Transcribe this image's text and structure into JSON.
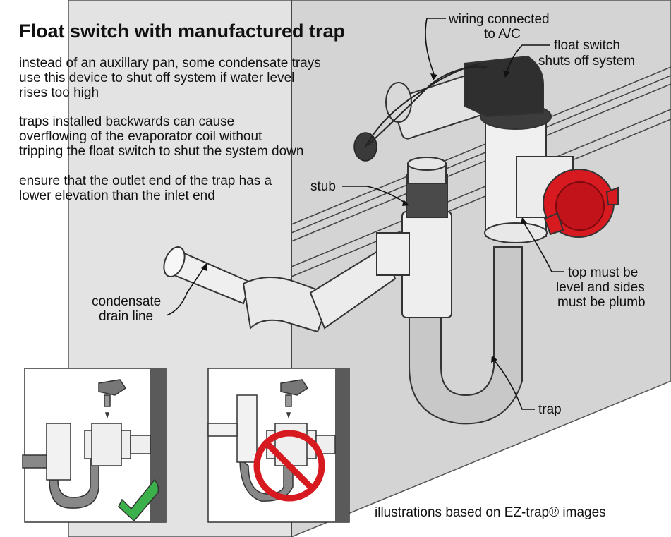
{
  "title": "Float switch with manufactured trap",
  "paragraphs": [
    [
      "instead of an auxillary pan, some condensate trays",
      "use this device to shut off system if water level",
      "rises too high"
    ],
    [
      "traps installed backwards can cause",
      "overflowing of the evaporator coil without",
      "tripping the float switch to shut the system down"
    ],
    [
      "ensure that the outlet end of the trap has a",
      "lower elevation than the inlet end"
    ]
  ],
  "labels": {
    "wiring": [
      "wiring connected",
      "to A/C"
    ],
    "float_switch": [
      "float switch",
      "shuts off system"
    ],
    "stub": "stub",
    "drain": [
      "condensate",
      "drain line"
    ],
    "top": [
      "top must be",
      "level and sides",
      "must be plumb"
    ],
    "trap": "trap"
  },
  "credit": "illustrations based on EZ-trap®  images",
  "colors": {
    "red": "#d71920",
    "green": "#3cb04a",
    "dark": "#333333",
    "wall": "#d6d6d6",
    "pipe": "#eaeaea"
  },
  "icons": [
    "correct-check-icon",
    "prohibited-icon"
  ]
}
